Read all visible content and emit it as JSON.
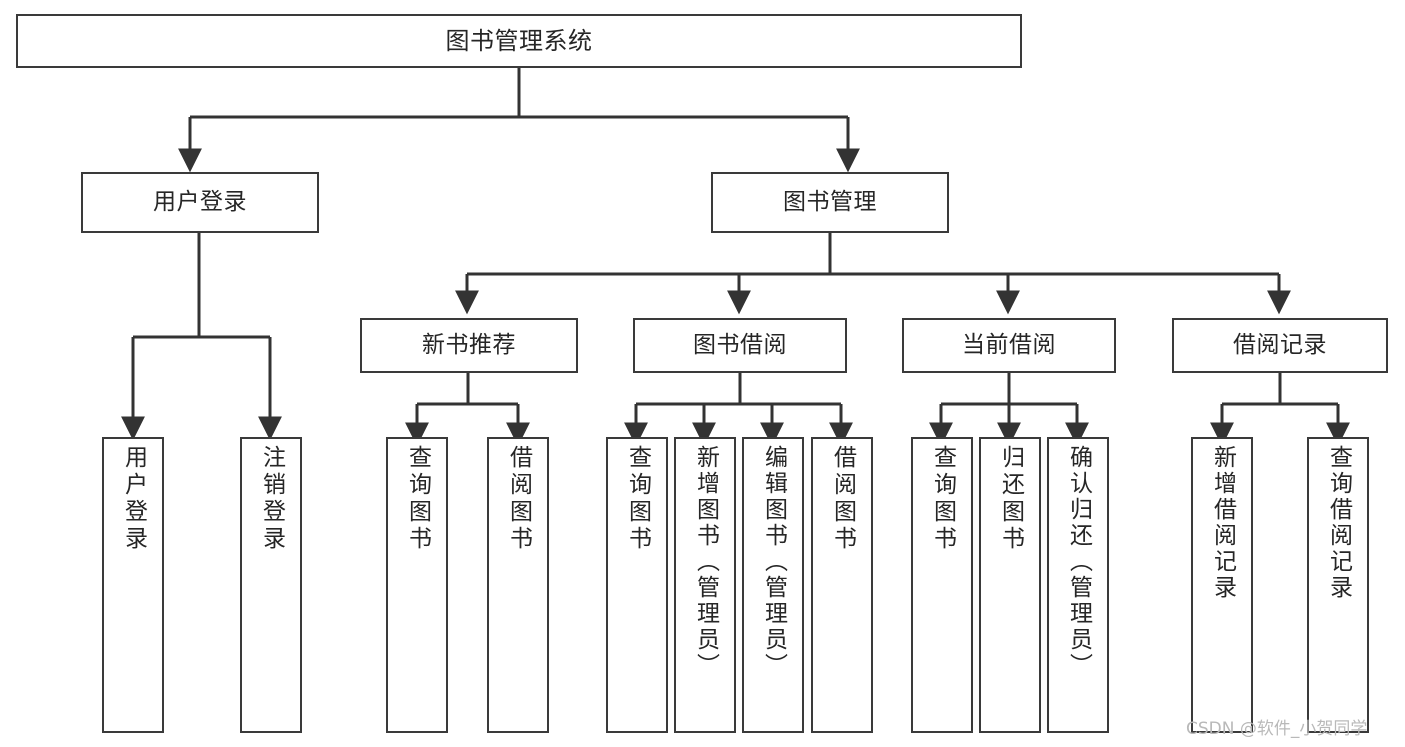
{
  "diagram": {
    "type": "tree-hierarchy",
    "title": "图书管理系统",
    "watermark": "CSDN @软件_小贺同学",
    "colors": {
      "background": "#ffffff",
      "border": "#3a3a3a",
      "text": "#262626",
      "edge": "#333333",
      "watermark": "#b9b9b9"
    },
    "nodes": [
      {
        "id": "root",
        "label": "图书管理系统",
        "level": 0,
        "orientation": "horizontal"
      },
      {
        "id": "login",
        "label": "用户登录",
        "level": 1,
        "orientation": "horizontal"
      },
      {
        "id": "bookmgmt",
        "label": "图书管理",
        "level": 1,
        "orientation": "horizontal"
      },
      {
        "id": "newbook",
        "label": "新书推荐",
        "level": 2,
        "orientation": "horizontal"
      },
      {
        "id": "borrow",
        "label": "图书借阅",
        "level": 2,
        "orientation": "horizontal"
      },
      {
        "id": "current",
        "label": "当前借阅",
        "level": 2,
        "orientation": "horizontal"
      },
      {
        "id": "records",
        "label": "借阅记录",
        "level": 2,
        "orientation": "horizontal"
      },
      {
        "id": "leaf-1",
        "label": "用户登录",
        "level": 3,
        "orientation": "vertical",
        "parent": "login"
      },
      {
        "id": "leaf-2",
        "label": "注销登录",
        "level": 3,
        "orientation": "vertical",
        "parent": "login"
      },
      {
        "id": "leaf-3",
        "label": "查询图书",
        "level": 3,
        "orientation": "vertical",
        "parent": "newbook"
      },
      {
        "id": "leaf-4",
        "label": "借阅图书",
        "level": 3,
        "orientation": "vertical",
        "parent": "newbook"
      },
      {
        "id": "leaf-5",
        "label": "查询图书",
        "level": 3,
        "orientation": "vertical",
        "parent": "borrow"
      },
      {
        "id": "leaf-6",
        "label": "新增图书（管理员）",
        "level": 3,
        "orientation": "vertical",
        "parent": "borrow"
      },
      {
        "id": "leaf-7",
        "label": "编辑图书（管理员）",
        "level": 3,
        "orientation": "vertical",
        "parent": "borrow"
      },
      {
        "id": "leaf-8",
        "label": "借阅图书",
        "level": 3,
        "orientation": "vertical",
        "parent": "borrow"
      },
      {
        "id": "leaf-9",
        "label": "查询图书",
        "level": 3,
        "orientation": "vertical",
        "parent": "current"
      },
      {
        "id": "leaf-10",
        "label": "归还图书",
        "level": 3,
        "orientation": "vertical",
        "parent": "current"
      },
      {
        "id": "leaf-11",
        "label": "确认归还（管理员）",
        "level": 3,
        "orientation": "vertical",
        "parent": "current"
      },
      {
        "id": "leaf-12",
        "label": "新增借阅记录",
        "level": 3,
        "orientation": "vertical",
        "parent": "records"
      },
      {
        "id": "leaf-13",
        "label": "查询借阅记录",
        "level": 3,
        "orientation": "vertical",
        "parent": "records"
      }
    ],
    "edges": [
      {
        "from": "root",
        "to": "login"
      },
      {
        "from": "root",
        "to": "bookmgmt"
      },
      {
        "from": "login",
        "to": "leaf-1"
      },
      {
        "from": "login",
        "to": "leaf-2"
      },
      {
        "from": "bookmgmt",
        "to": "newbook"
      },
      {
        "from": "bookmgmt",
        "to": "borrow"
      },
      {
        "from": "bookmgmt",
        "to": "current"
      },
      {
        "from": "bookmgmt",
        "to": "records"
      },
      {
        "from": "newbook",
        "to": "leaf-3"
      },
      {
        "from": "newbook",
        "to": "leaf-4"
      },
      {
        "from": "borrow",
        "to": "leaf-5"
      },
      {
        "from": "borrow",
        "to": "leaf-6"
      },
      {
        "from": "borrow",
        "to": "leaf-7"
      },
      {
        "from": "borrow",
        "to": "leaf-8"
      },
      {
        "from": "current",
        "to": "leaf-9"
      },
      {
        "from": "current",
        "to": "leaf-10"
      },
      {
        "from": "current",
        "to": "leaf-11"
      },
      {
        "from": "records",
        "to": "leaf-12"
      },
      {
        "from": "records",
        "to": "leaf-13"
      }
    ]
  }
}
